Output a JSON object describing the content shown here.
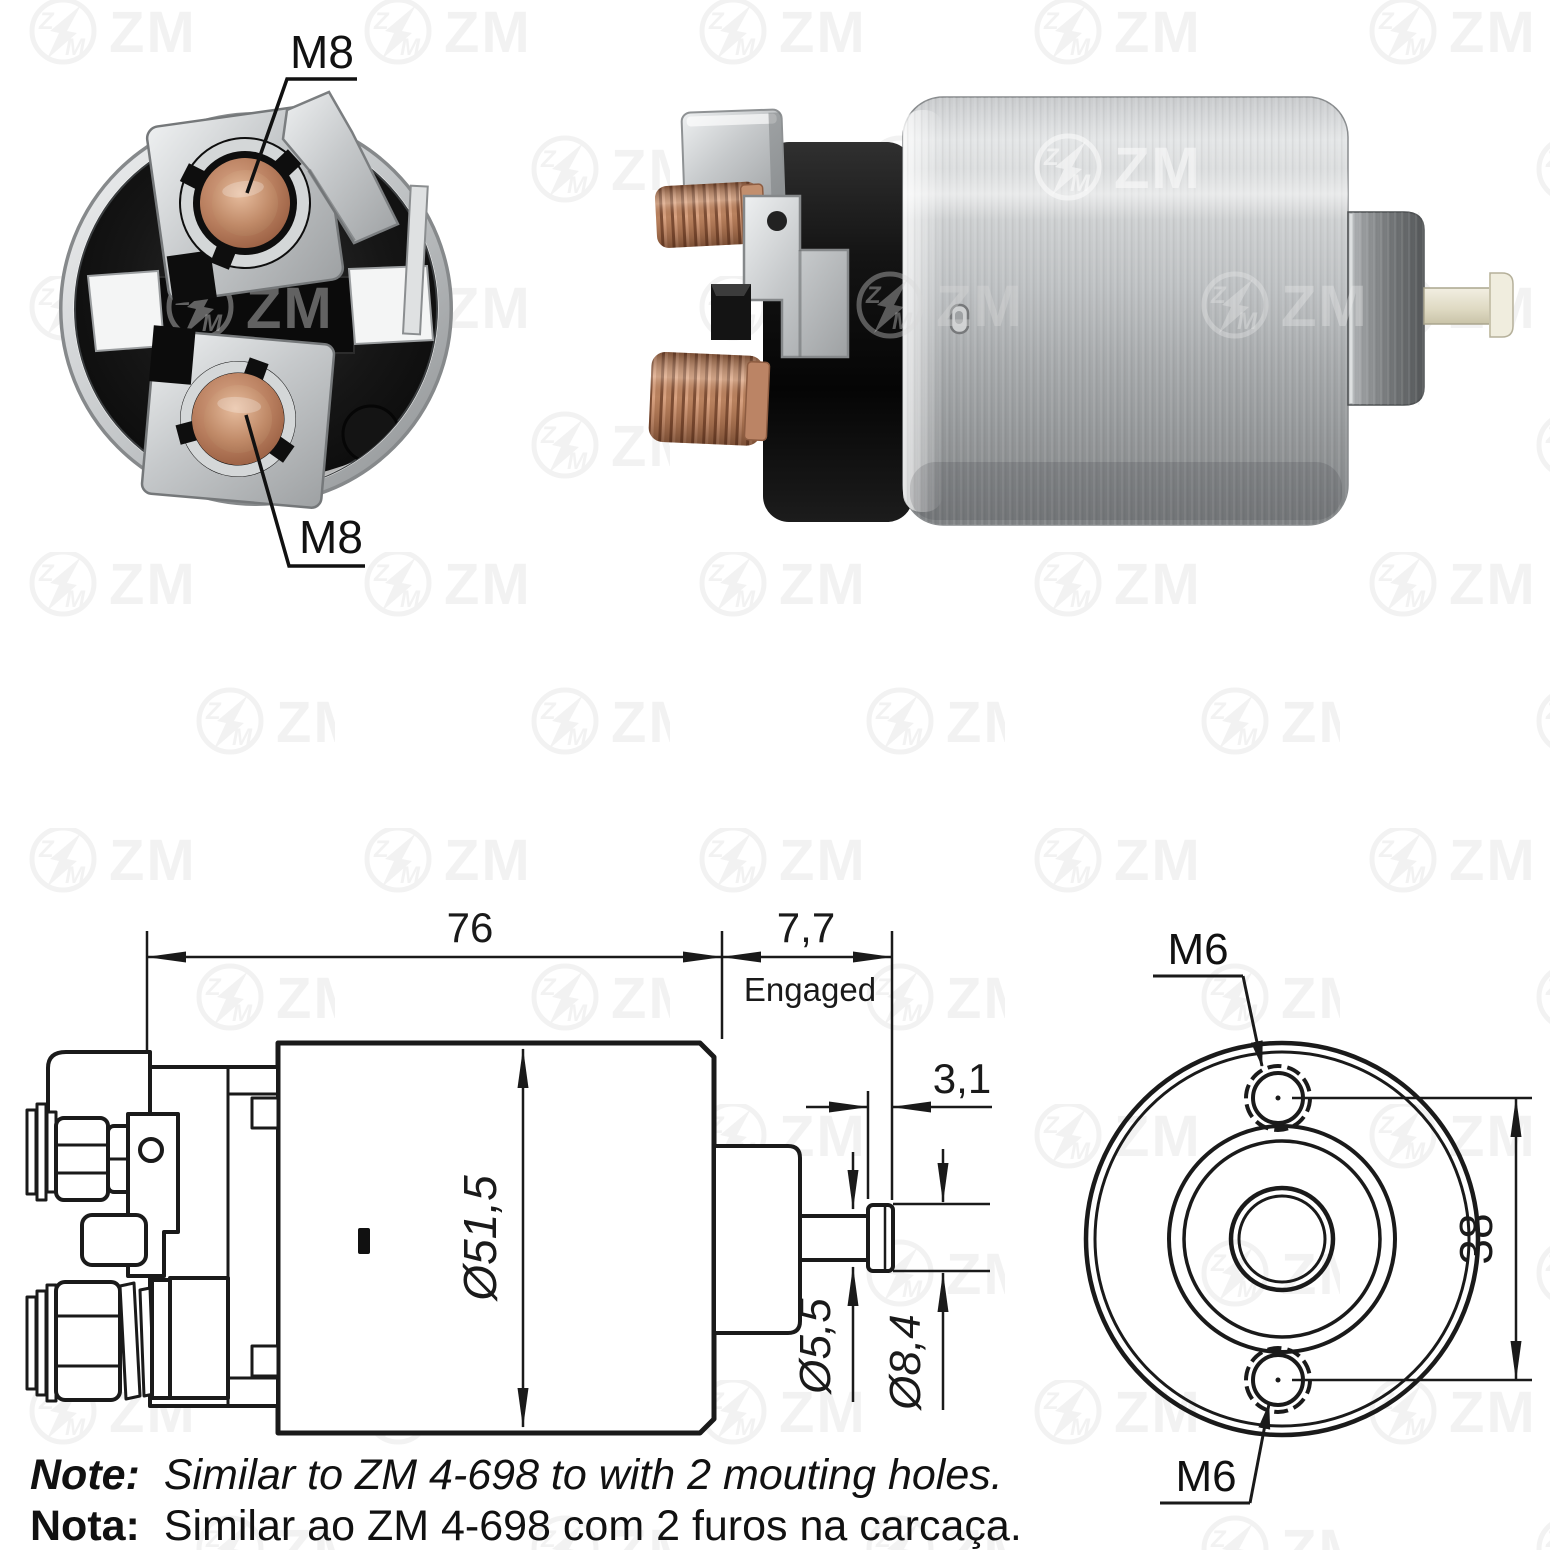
{
  "brand": {
    "watermark_text": "ZM",
    "logo_z": "Z",
    "logo_m": "M"
  },
  "front_view": {
    "terminal_top_label": "M8",
    "terminal_bottom_label": "M8"
  },
  "side_drawing": {
    "overall_length": "76",
    "engaged_length": "7,7",
    "engaged_caption": "Engaged",
    "pin_cap_thickness": "3,1",
    "body_diameter": "Ø51,5",
    "pin_diameter": "Ø5,5",
    "pin_cap_diameter": "Ø8,4"
  },
  "rear_drawing": {
    "hole_top_label": "M6",
    "hole_bottom_label": "M6",
    "hole_spacing": "38"
  },
  "notes": {
    "line1_prefix": "Note:",
    "line1_text": "Similar to ZM 4-698 to with 2 mouting holes.",
    "line2_prefix": "Nota:",
    "line2_text": "Similar ao ZM 4-698 com 2 furos na carcaça."
  },
  "colors": {
    "line": "#1a1a1a",
    "copper": "#b97f5f",
    "zinc": "#c9ccce",
    "steel_cap": "#6e7173",
    "plunger_plastic": "#ece8d8",
    "background": "#ffffff"
  }
}
